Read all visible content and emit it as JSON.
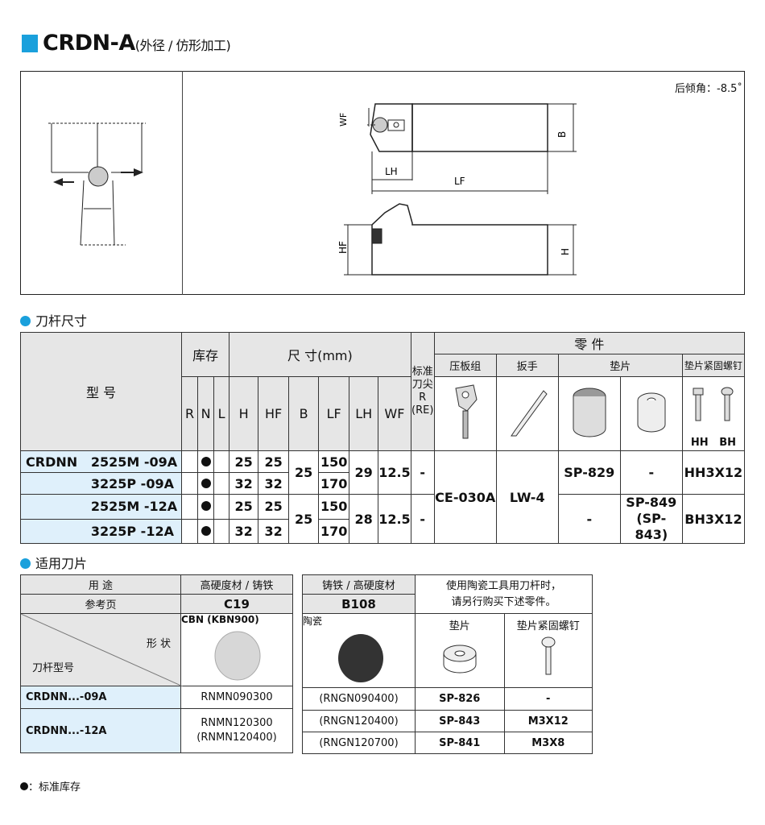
{
  "header": {
    "title": "CRDN-A",
    "subtitle": "(外径 / 仿形加工)",
    "accent": "#1aa0dc"
  },
  "figure": {
    "rake_label": "后倾角：-8.5˚",
    "dims": {
      "wf": "WF",
      "b": "B",
      "lh": "LH",
      "lf": "LF",
      "hf": "HF",
      "h": "H"
    }
  },
  "section1": {
    "title": "刀杆尺寸"
  },
  "table1": {
    "model_header": "型  号",
    "stock_header": "库存",
    "dim_header": "尺  寸(mm)",
    "std_r_header": "标准刀尖R (RE)",
    "parts_header": "零  件",
    "stock_cols": [
      "R",
      "N",
      "L"
    ],
    "dim_cols": [
      "H",
      "HF",
      "B",
      "LF",
      "LH",
      "WF"
    ],
    "parts_cols": [
      "压板组",
      "扳手",
      "垫片",
      "垫片紧固螺钉"
    ],
    "screw_types": [
      "HH",
      "BH"
    ],
    "series": "CRDNN",
    "rows": [
      {
        "model": "2525M -09A",
        "n": "●",
        "h": "25",
        "hf": "25",
        "lf": "150"
      },
      {
        "model": "3225P  -09A",
        "n": "●",
        "h": "32",
        "hf": "32",
        "lf": "170"
      },
      {
        "model": "2525M -12A",
        "n": "●",
        "h": "25",
        "hf": "25",
        "lf": "150"
      },
      {
        "model": "3225P  -12A",
        "n": "●",
        "h": "32",
        "hf": "32",
        "lf": "170"
      }
    ],
    "groups": [
      {
        "b": "25",
        "lh": "29",
        "wf": "12.5",
        "re": "-",
        "shim1": "SP-829",
        "shim2": "-",
        "screw": "HH3X12"
      },
      {
        "b": "25",
        "lh": "28",
        "wf": "12.5",
        "re": "-",
        "shim1": "-",
        "shim2": "SP-849",
        "shim2b": "(SP-843)",
        "screw": "BH3X12"
      }
    ],
    "clamp": "CE-030A",
    "wrench": "LW-4"
  },
  "section2": {
    "title": "适用刀片"
  },
  "table2": {
    "use_label": "用  途",
    "use_val": "高硬度材 / 铸铁",
    "page_label": "参考页",
    "page_val": "C19",
    "shape_label": "形  状",
    "holder_label": "刀杆型号",
    "grade": "CBN (KBN900)",
    "row1_model": "CRDNN...-09A",
    "row1_insert": "RNMN090300",
    "row2_model": "CRDNN...-12A",
    "row2_insert": "RNMN120300",
    "row2_insert_b": "(RNMN120400)"
  },
  "table3": {
    "use_val": "铸铁 / 高硬度材",
    "page_val": "B108",
    "grade": "陶瓷",
    "note1": "使用陶瓷工具用刀杆时，",
    "note2": "请另行购买下述零件。",
    "shim_label": "垫片",
    "screw_label": "垫片紧固螺钉",
    "rows": [
      {
        "insert": "(RNGN090400)",
        "shim": "SP-826",
        "screw": "-"
      },
      {
        "insert": "(RNGN120400)",
        "shim": "SP-843",
        "screw": "M3X12"
      },
      {
        "insert": "(RNGN120700)",
        "shim": "SP-841",
        "screw": "M3X8"
      }
    ]
  },
  "footer": {
    "legend": "：标准库存"
  }
}
